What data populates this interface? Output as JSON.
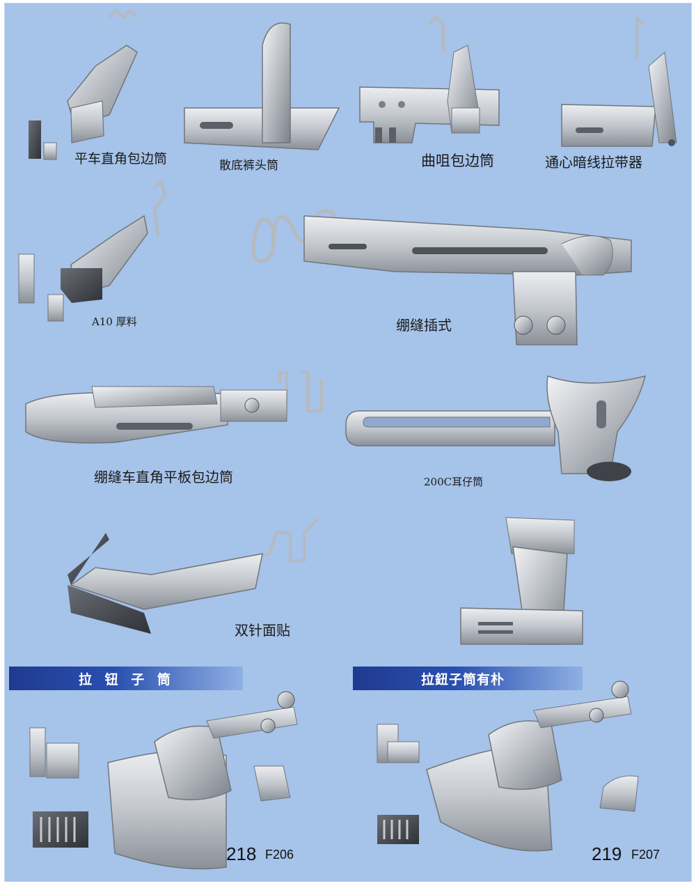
{
  "products": [
    {
      "id": "p1",
      "caption": "平车直角包边筒"
    },
    {
      "id": "p2",
      "caption": "散底裤头筒"
    },
    {
      "id": "p3",
      "caption": "曲咀包边筒"
    },
    {
      "id": "p4",
      "caption": "通心暗线拉带器"
    },
    {
      "id": "p5",
      "caption": "A10 厚料"
    },
    {
      "id": "p6",
      "caption": "绷缝插式"
    },
    {
      "id": "p7",
      "caption": "绷缝车直角平板包边筒"
    },
    {
      "id": "p8",
      "caption": "200C耳仔筒"
    },
    {
      "id": "p9",
      "caption": "双针面贴"
    }
  ],
  "sections": [
    {
      "banner": "拉 钮 子 筒",
      "number": "218",
      "code": "F206"
    },
    {
      "banner": "拉鈕子筒有朴",
      "number": "219",
      "code": "F207"
    }
  ],
  "colors": {
    "background": "#a6c3e9",
    "banner_dark": "#1f3a8f",
    "banner_light": "#8fb0e4",
    "metal": "#c9ccd1",
    "metal_dark": "#6e737a"
  }
}
